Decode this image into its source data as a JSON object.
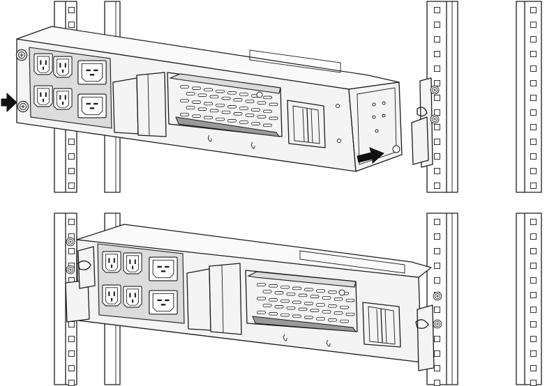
{
  "figure": {
    "panels": [
      {
        "id": "top",
        "step": "insert"
      },
      {
        "id": "bottom",
        "step": "mounted"
      }
    ],
    "colors": {
      "line": "#1a1a1a",
      "face": "#f4f4f4",
      "shade": "#dcdcdc",
      "arrow": "#111111",
      "background": "#ffffff"
    },
    "icons": [
      "arrow-right-icon",
      "screw-icon",
      "socket-icon",
      "bracket-icon"
    ]
  }
}
